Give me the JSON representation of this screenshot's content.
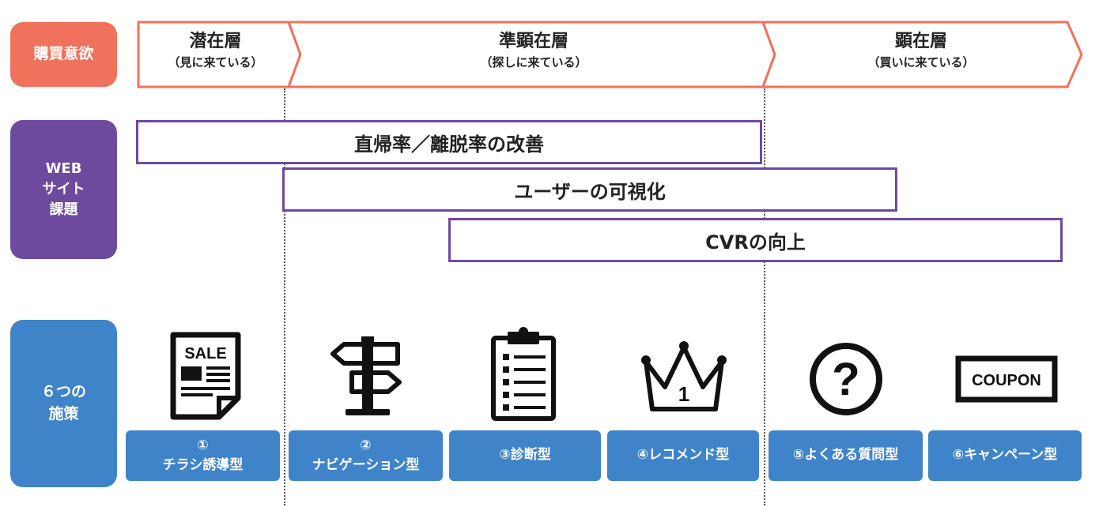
{
  "row_labels": {
    "buy": "購買意欲",
    "web": [
      "WEB",
      "サイト",
      "課題"
    ],
    "six": [
      "６つの",
      "施策"
    ]
  },
  "stages": [
    {
      "title": "潜在層",
      "sub": "（見に来ている）"
    },
    {
      "title": "準顕在層",
      "sub": "（探しに来ている）"
    },
    {
      "title": "顕在層",
      "sub": "（買いに来ている）"
    }
  ],
  "issues": [
    "直帰率／離脱率の改善",
    "ユーザーの可視化",
    "CVRの向上"
  ],
  "icons": {
    "sale_text": "SALE",
    "rank_text": "1",
    "question_text": "?",
    "coupon_text": "COUPON"
  },
  "measures": [
    {
      "num": "①",
      "label": "チラシ誘導型"
    },
    {
      "num": "②",
      "label": "ナビゲーション型"
    },
    {
      "num": "",
      "label": "③診断型"
    },
    {
      "num": "",
      "label": "④レコメンド型"
    },
    {
      "num": "",
      "label": "⑤よくある質問型"
    },
    {
      "num": "",
      "label": "⑥キャンペーン型"
    }
  ],
  "colors": {
    "buy": "#f0715c",
    "web": "#6e4a9e",
    "measures": "#3f84c8"
  }
}
